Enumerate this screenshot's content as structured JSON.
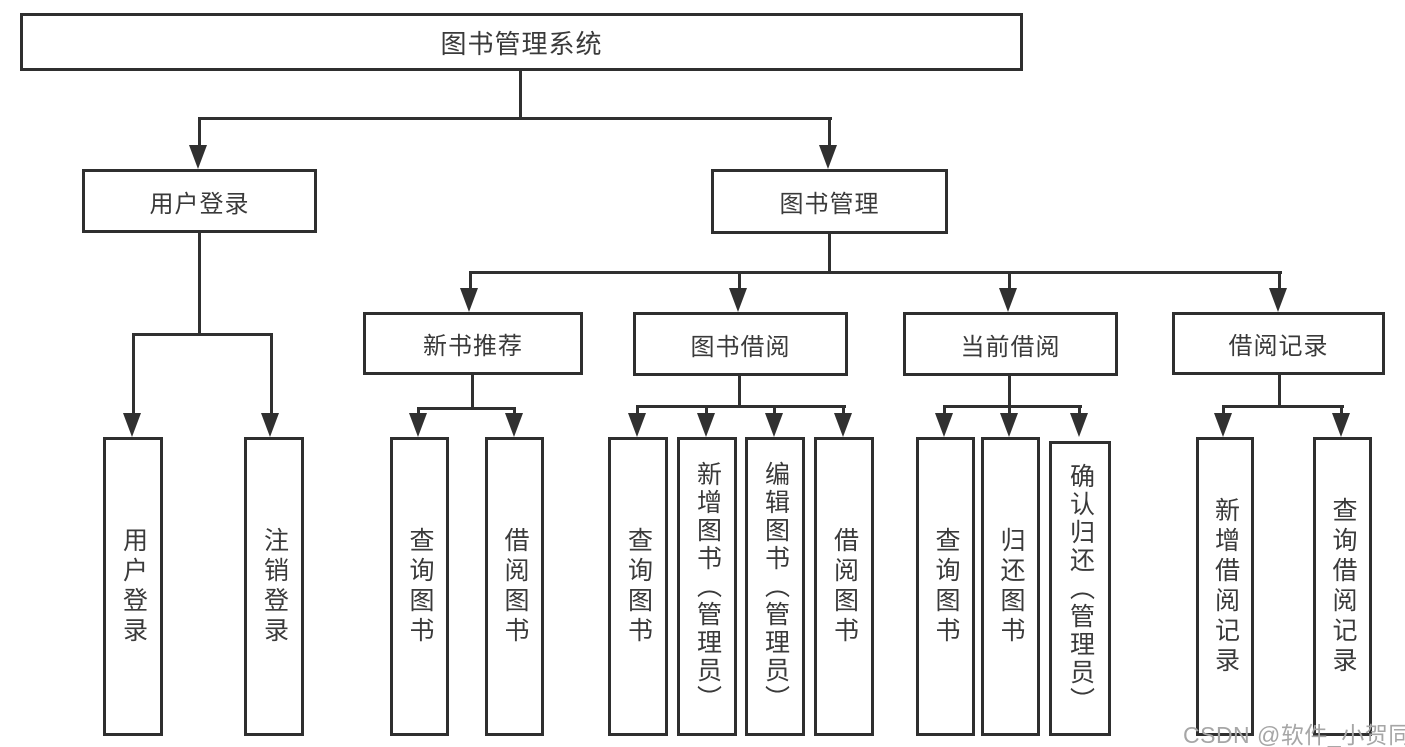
{
  "diagram": {
    "root": {
      "label": "图书管理系统"
    },
    "level2": [
      {
        "id": "user-login",
        "label": "用户登录"
      },
      {
        "id": "book-management",
        "label": "图书管理"
      }
    ],
    "level3": [
      {
        "id": "new-book-recommend",
        "label": "新书推荐"
      },
      {
        "id": "book-borrowing",
        "label": "图书借阅"
      },
      {
        "id": "current-borrowing",
        "label": "当前借阅"
      },
      {
        "id": "borrowing-records",
        "label": "借阅记录"
      }
    ],
    "leaves": [
      {
        "id": "user-login",
        "label": "用户登录"
      },
      {
        "id": "logout",
        "label": "注销登录"
      },
      {
        "id": "query-book-1",
        "label": "查询图书"
      },
      {
        "id": "borrow-book-1",
        "label": "借阅图书"
      },
      {
        "id": "query-book-2",
        "label": "查询图书"
      },
      {
        "id": "add-book-admin",
        "label": "新增图书（管理员）"
      },
      {
        "id": "edit-book-admin",
        "label": "编辑图书（管理员）"
      },
      {
        "id": "borrow-book-2",
        "label": "借阅图书"
      },
      {
        "id": "query-book-3",
        "label": "查询图书"
      },
      {
        "id": "return-book",
        "label": "归还图书"
      },
      {
        "id": "confirm-return-admin",
        "label": "确认归还（管理员）"
      },
      {
        "id": "add-borrow-record",
        "label": "新增借阅记录"
      },
      {
        "id": "query-borrow-record",
        "label": "查询借阅记录"
      }
    ]
  },
  "watermark": {
    "text": "CSDN @软件_小贺同学"
  },
  "colors": {
    "line": "#303030",
    "box_border": "#2f2f2f",
    "text": "#3a3a3a",
    "watermark": "#a6a6a6",
    "background": "#ffffff"
  }
}
